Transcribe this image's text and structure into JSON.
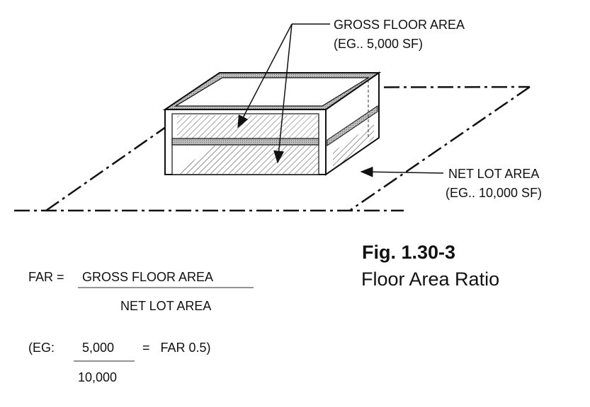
{
  "labels": {
    "gross_floor_area": "GROSS FLOOR AREA",
    "gross_example": "(EG.. 5,000 SF)",
    "net_lot_area": "NET LOT AREA",
    "net_example": "(EG.. 10,000 SF)"
  },
  "figure": {
    "number": "Fig. 1.30-3",
    "title": "Floor Area Ratio"
  },
  "formula": {
    "lhs": "FAR =",
    "numerator": "GROSS FLOOR AREA",
    "denominator": "NET LOT AREA"
  },
  "example": {
    "prefix": "(EG:",
    "numerator": "5,000",
    "result": "=   FAR 0.5)",
    "denominator": "10,000"
  }
}
